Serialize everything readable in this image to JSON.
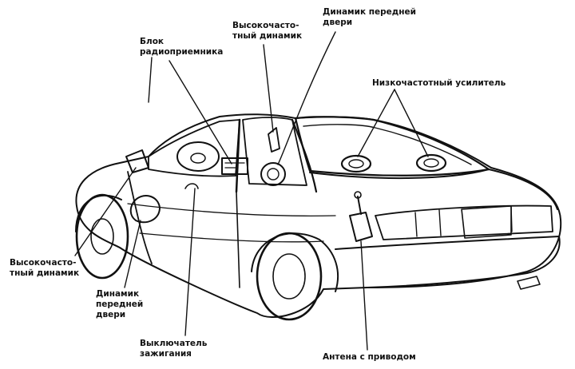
{
  "labels": {
    "radio_unit": [
      "Блок",
      "радиоприемника"
    ],
    "tweeter_top": [
      "Высокочасто-",
      "тный динамик"
    ],
    "front_door_top": [
      "Динамик передней",
      "двери"
    ],
    "subwoofer": [
      "Низкочастотный усилитель"
    ],
    "tweeter_left": [
      "Высокочасто-",
      "тный динамик"
    ],
    "front_door_left": [
      "Динамик",
      "передней",
      "двери"
    ],
    "ignition_switch": [
      "Выключатель",
      "зажигания"
    ],
    "antenna": [
      "Антена с приводом"
    ]
  },
  "colors": {
    "ink": "#111111",
    "paper": "#ffffff"
  }
}
